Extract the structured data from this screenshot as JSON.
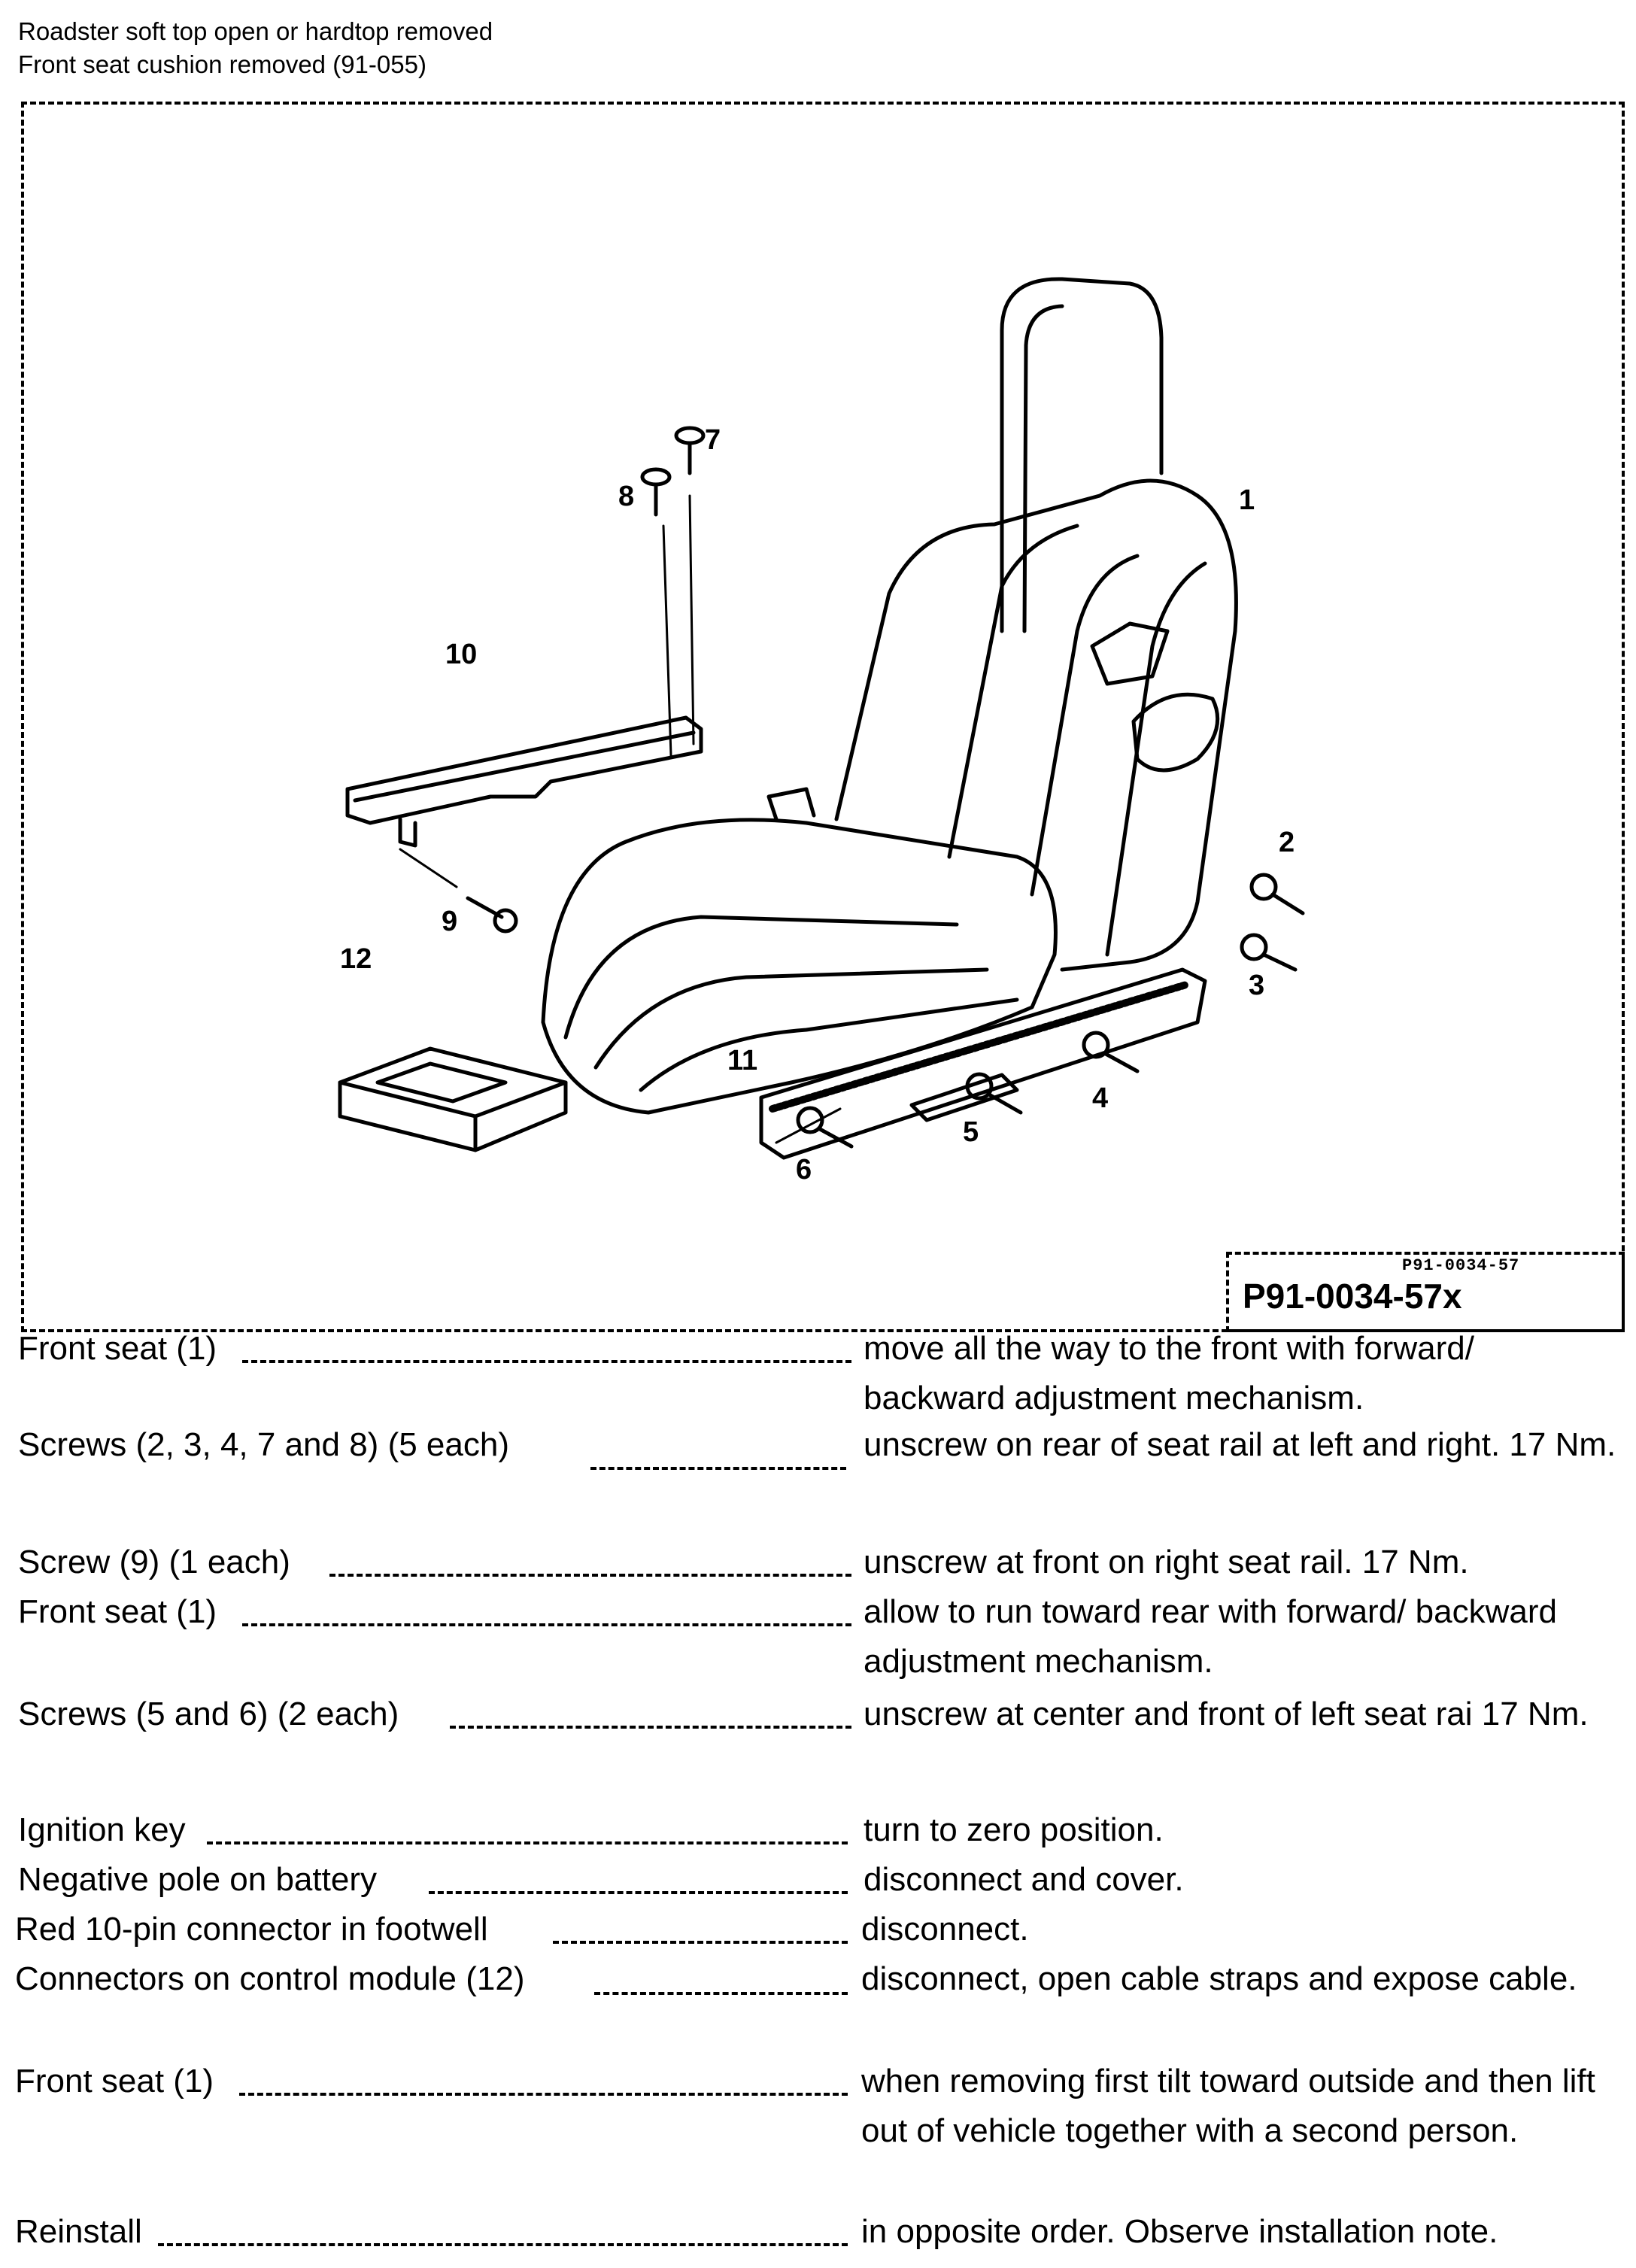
{
  "prerequisites": [
    "Roadster soft top open or hardtop removed",
    "Front seat cushion removed (91-055)"
  ],
  "figure": {
    "code_small": "P91-0034-57",
    "code": "P91-0034-57x",
    "callouts": [
      "1",
      "2",
      "3",
      "4",
      "5",
      "6",
      "7",
      "8",
      "9",
      "10",
      "11",
      "12"
    ]
  },
  "steps": [
    {
      "item": "Front seat (1)",
      "instruction": "move all the way to the front with forward/ backward adjustment mechanism."
    },
    {
      "item": "Screws (2, 3, 4, 7 and 8) (5 each)",
      "instruction": "unscrew on rear of seat rail at left and right. 17 Nm."
    },
    {
      "item": "Screw (9) (1 each)",
      "instruction": "unscrew at front on right seat rail. 17 Nm."
    },
    {
      "item": "Front seat (1)",
      "instruction": "allow to run toward rear with forward/ backward adjustment mechanism."
    },
    {
      "item": "Screws (5 and 6) (2 each)",
      "instruction": "unscrew at center and front of left seat rai 17 Nm."
    },
    {
      "item": "Ignition key",
      "instruction": "turn to zero position."
    },
    {
      "item": "Negative pole on battery",
      "instruction": "disconnect and cover."
    },
    {
      "item": "Red 10-pin connector in footwell",
      "instruction": "disconnect."
    },
    {
      "item": "Connectors on control module (12)",
      "instruction": "disconnect, open cable straps and expose cable."
    },
    {
      "item": "Front seat (1)",
      "instruction": "when removing first tilt toward outside and then lift out of vehicle together with a second person."
    },
    {
      "item": "Reinstall",
      "instruction": "in opposite order. Observe installation note."
    }
  ]
}
